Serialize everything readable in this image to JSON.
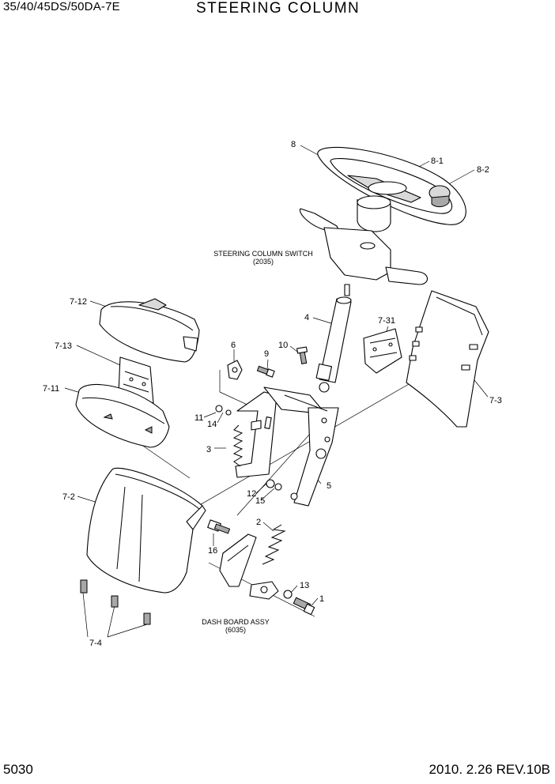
{
  "header": {
    "model": "35/40/45DS/50DA-7E",
    "title": "STEERING COLUMN"
  },
  "footer": {
    "page": "5030",
    "revision": "2010. 2.26 REV.10B"
  },
  "notes": {
    "column_switch": {
      "line1": "STEERING COLUMN SWITCH",
      "line2": "(2035)"
    },
    "dash_board": {
      "line1": "DASH BOARD ASSY",
      "line2": "(6035)"
    }
  },
  "callouts": {
    "c8": "8",
    "c8_1": "8-1",
    "c8_2": "8-2",
    "c4": "4",
    "c7_12": "7-12",
    "c7_13": "7-13",
    "c7_11": "7-11",
    "c7_31": "7-31",
    "c7_3": "7-3",
    "c7_2": "7-2",
    "c7_4": "7-4",
    "c6": "6",
    "c9": "9",
    "c10": "10",
    "c11": "11",
    "c14": "14",
    "c3": "3",
    "c5": "5",
    "c12": "12",
    "c15": "15",
    "c2": "2",
    "c16": "16",
    "c13": "13",
    "c1": "1"
  }
}
